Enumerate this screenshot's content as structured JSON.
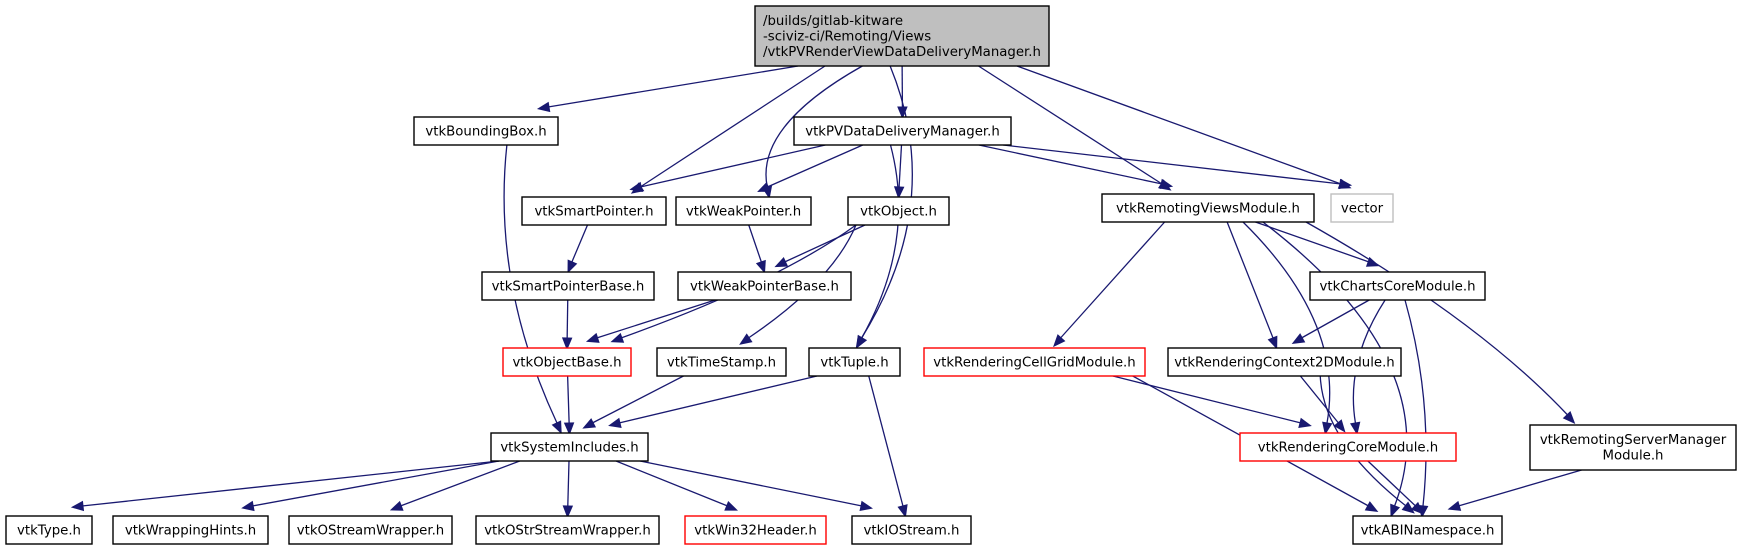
{
  "diagram": {
    "type": "include-dependency-graph",
    "edge_color": "#191970",
    "styles": {
      "root": {
        "fill": "#bfbfbf",
        "stroke": "#000000"
      },
      "normal": {
        "fill": "#ffffff",
        "stroke": "#000000"
      },
      "truncated": {
        "fill": "#ffffff",
        "stroke": "#ff0000"
      },
      "external": {
        "fill": "#ffffff",
        "stroke": "#bfbfbf"
      }
    },
    "nodes": [
      {
        "id": "root",
        "lines": [
          "/builds/gitlab-kitware",
          "-sciviz-ci/Remoting/Views",
          "/vtkPVRenderViewDataDeliveryManager.h"
        ],
        "style": "root"
      },
      {
        "id": "bbox",
        "lines": [
          "vtkBoundingBox.h"
        ],
        "style": "normal"
      },
      {
        "id": "pvddm",
        "lines": [
          "vtkPVDataDeliveryManager.h"
        ],
        "style": "normal"
      },
      {
        "id": "smartptr",
        "lines": [
          "vtkSmartPointer.h"
        ],
        "style": "normal"
      },
      {
        "id": "weakptr",
        "lines": [
          "vtkWeakPointer.h"
        ],
        "style": "normal"
      },
      {
        "id": "object",
        "lines": [
          "vtkObject.h"
        ],
        "style": "normal"
      },
      {
        "id": "rvmodule",
        "lines": [
          "vtkRemotingViewsModule.h"
        ],
        "style": "normal"
      },
      {
        "id": "vector",
        "lines": [
          "vector"
        ],
        "style": "external"
      },
      {
        "id": "smartptrbase",
        "lines": [
          "vtkSmartPointerBase.h"
        ],
        "style": "normal"
      },
      {
        "id": "weakptrbase",
        "lines": [
          "vtkWeakPointerBase.h"
        ],
        "style": "normal"
      },
      {
        "id": "chartscore",
        "lines": [
          "vtkChartsCoreModule.h"
        ],
        "style": "normal"
      },
      {
        "id": "objectbase",
        "lines": [
          "vtkObjectBase.h"
        ],
        "style": "truncated"
      },
      {
        "id": "timestamp",
        "lines": [
          "vtkTimeStamp.h"
        ],
        "style": "normal"
      },
      {
        "id": "tuple",
        "lines": [
          "vtkTuple.h"
        ],
        "style": "normal"
      },
      {
        "id": "cellgrid",
        "lines": [
          "vtkRenderingCellGridModule.h"
        ],
        "style": "truncated"
      },
      {
        "id": "context2d",
        "lines": [
          "vtkRenderingContext2DModule.h"
        ],
        "style": "normal"
      },
      {
        "id": "syscludes",
        "lines": [
          "vtkSystemIncludes.h"
        ],
        "style": "normal"
      },
      {
        "id": "rendercore",
        "lines": [
          "vtkRenderingCoreModule.h"
        ],
        "style": "truncated"
      },
      {
        "id": "servermgr",
        "lines": [
          "vtkRemotingServerManager",
          "Module.h"
        ],
        "style": "normal"
      },
      {
        "id": "type",
        "lines": [
          "vtkType.h"
        ],
        "style": "normal"
      },
      {
        "id": "wrapping",
        "lines": [
          "vtkWrappingHints.h"
        ],
        "style": "normal"
      },
      {
        "id": "ostream",
        "lines": [
          "vtkOStreamWrapper.h"
        ],
        "style": "normal"
      },
      {
        "id": "ostrstream",
        "lines": [
          "vtkOStrStreamWrapper.h"
        ],
        "style": "normal"
      },
      {
        "id": "win32",
        "lines": [
          "vtkWin32Header.h"
        ],
        "style": "truncated"
      },
      {
        "id": "iostream",
        "lines": [
          "vtkIOStream.h"
        ],
        "style": "normal"
      },
      {
        "id": "abins",
        "lines": [
          "vtkABINamespace.h"
        ],
        "style": "normal"
      }
    ],
    "edges": [
      {
        "from": "root",
        "to": "bbox"
      },
      {
        "from": "root",
        "to": "pvddm"
      },
      {
        "from": "root",
        "to": "smartptr"
      },
      {
        "from": "root",
        "to": "weakptr"
      },
      {
        "from": "root",
        "to": "tuple"
      },
      {
        "from": "root",
        "to": "rvmodule"
      },
      {
        "from": "root",
        "to": "vector"
      },
      {
        "from": "bbox",
        "to": "syscludes"
      },
      {
        "from": "pvddm",
        "to": "smartptr"
      },
      {
        "from": "pvddm",
        "to": "weakptr"
      },
      {
        "from": "pvddm",
        "to": "object"
      },
      {
        "from": "pvddm",
        "to": "tuple"
      },
      {
        "from": "pvddm",
        "to": "rvmodule"
      },
      {
        "from": "pvddm",
        "to": "vector"
      },
      {
        "from": "smartptr",
        "to": "smartptrbase"
      },
      {
        "from": "weakptr",
        "to": "weakptrbase"
      },
      {
        "from": "object",
        "to": "weakptrbase"
      },
      {
        "from": "object",
        "to": "objectbase"
      },
      {
        "from": "object",
        "to": "timestamp"
      },
      {
        "from": "smartptrbase",
        "to": "objectbase"
      },
      {
        "from": "weakptrbase",
        "to": "objectbase"
      },
      {
        "from": "objectbase",
        "to": "syscludes"
      },
      {
        "from": "timestamp",
        "to": "syscludes"
      },
      {
        "from": "tuple",
        "to": "syscludes"
      },
      {
        "from": "tuple",
        "to": "iostream"
      },
      {
        "from": "rvmodule",
        "to": "cellgrid"
      },
      {
        "from": "rvmodule",
        "to": "context2d"
      },
      {
        "from": "rvmodule",
        "to": "chartscore"
      },
      {
        "from": "rvmodule",
        "to": "rendercore"
      },
      {
        "from": "rvmodule",
        "to": "servermgr"
      },
      {
        "from": "rvmodule",
        "to": "abins"
      },
      {
        "from": "chartscore",
        "to": "context2d"
      },
      {
        "from": "chartscore",
        "to": "rendercore"
      },
      {
        "from": "chartscore",
        "to": "abins"
      },
      {
        "from": "cellgrid",
        "to": "rendercore"
      },
      {
        "from": "cellgrid",
        "to": "abins"
      },
      {
        "from": "context2d",
        "to": "rendercore"
      },
      {
        "from": "context2d",
        "to": "abins"
      },
      {
        "from": "rendercore",
        "to": "abins"
      },
      {
        "from": "servermgr",
        "to": "abins"
      },
      {
        "from": "syscludes",
        "to": "type"
      },
      {
        "from": "syscludes",
        "to": "wrapping"
      },
      {
        "from": "syscludes",
        "to": "ostream"
      },
      {
        "from": "syscludes",
        "to": "ostrstream"
      },
      {
        "from": "syscludes",
        "to": "win32"
      },
      {
        "from": "syscludes",
        "to": "iostream"
      }
    ]
  }
}
